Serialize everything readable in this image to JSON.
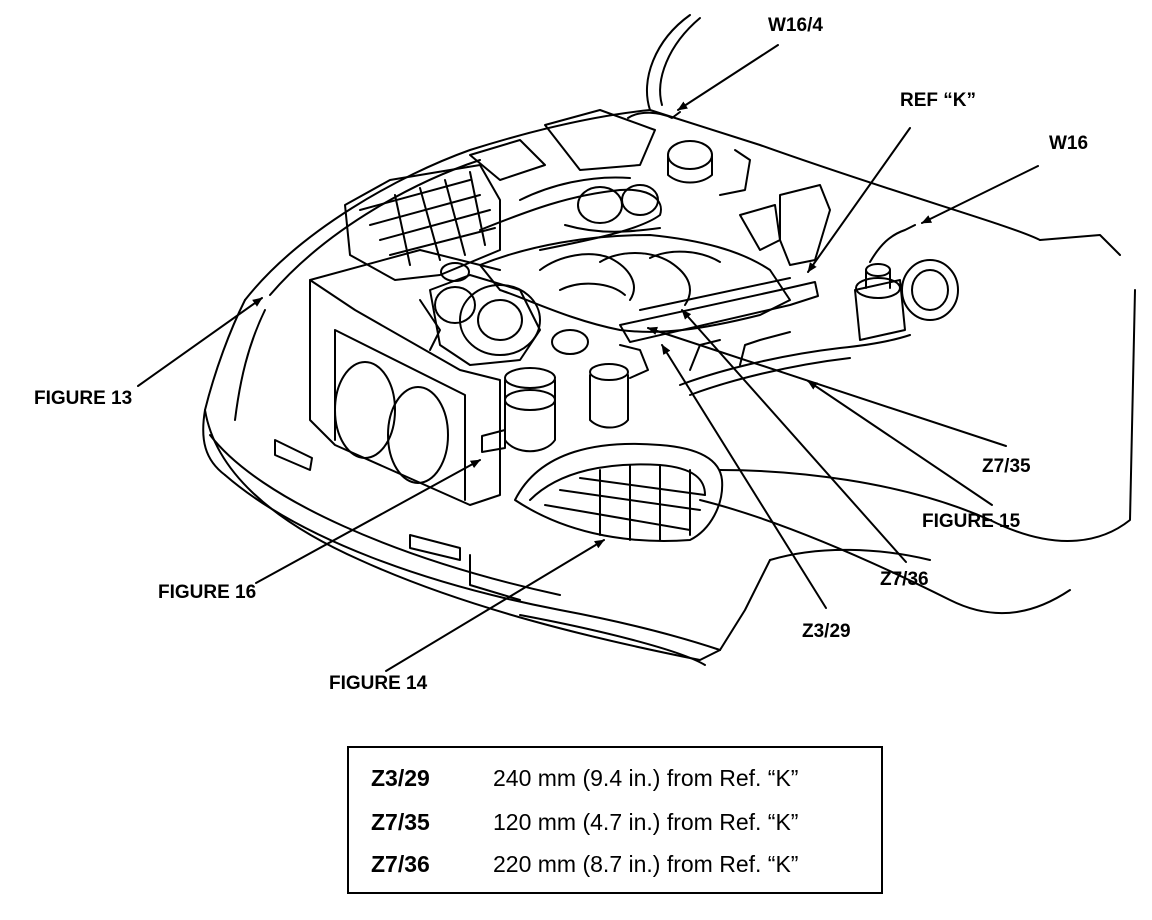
{
  "callouts": {
    "w16_4": "W16/4",
    "ref_k": "REF “K”",
    "w16": "W16",
    "figure_13": "FIGURE 13",
    "z7_35": "Z7/35",
    "figure_15": "FIGURE 15",
    "z7_36": "Z7/36",
    "figure_16": "FIGURE 16",
    "z3_29": "Z3/29",
    "figure_14": "FIGURE 14"
  },
  "legend": {
    "rows": [
      {
        "code": "Z3/29",
        "text": "240 mm (9.4 in.) from Ref. “K”"
      },
      {
        "code": "Z7/35",
        "text": "120 mm (4.7 in.) from Ref. “K”"
      },
      {
        "code": "Z7/36",
        "text": "220 mm (8.7 in.) from Ref. “K”"
      }
    ]
  }
}
